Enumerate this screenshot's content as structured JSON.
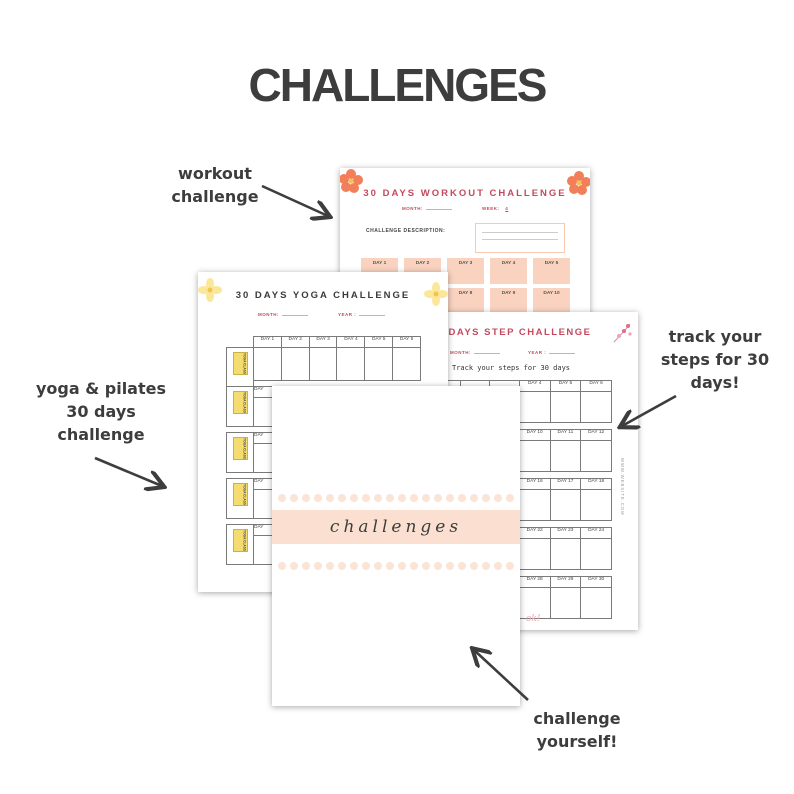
{
  "title": "CHALLENGES",
  "labels": {
    "workout": "workout\nchallenge",
    "yoga": "yoga & pilates\n30 days\nchallenge",
    "steps": "track your\nsteps for 30\ndays!",
    "yourself": "challenge\nyourself!"
  },
  "workout_page": {
    "title": "30 DAYS WORKOUT CHALLENGE",
    "month_label": "MONTH:",
    "week_label": "WEEK:",
    "week_value": "4",
    "description_label": "CHALLENGE DESCRIPTION:",
    "row1": [
      "DAY 1",
      "DAY 2",
      "DAY 3",
      "DAY 4",
      "DAY 5"
    ],
    "row2": [
      "",
      "",
      "DAY 8",
      "DAY 9",
      "DAY 10"
    ]
  },
  "yoga_page": {
    "title": "30 DAYS YOGA CHALLENGE",
    "month_label": "MONTH:",
    "year_label": "YEAR :",
    "days": [
      "DAY 1",
      "DAY 2",
      "DAY 3",
      "DAY 4",
      "DAY 5",
      "DAY 6"
    ],
    "row_label": "DAY",
    "chip": "YOGA CLASS"
  },
  "step_page": {
    "title": "DAYS STEP CHALLENGE",
    "month_label": "MONTH:",
    "year_label": "YEAR :",
    "subtitle": "Track your steps for 30 days",
    "rows": [
      [
        "DAY 4",
        "DAY 5",
        "DAY 6"
      ],
      [
        "DAY 10",
        "DAY 11",
        "DAY 12"
      ],
      [
        "DAY 16",
        "DAY 17",
        "DAY 18"
      ],
      [
        "DAY 22",
        "DAY 23",
        "DAY 24"
      ],
      [
        "DAY 28",
        "DAY 29",
        "DAY 30"
      ]
    ],
    "side_text": "WWW.WEBSITE.COM",
    "footer": "ok!"
  },
  "cover_page": {
    "script": "challenges"
  },
  "colors": {
    "accent_red": "#c4495d",
    "peach": "#fbe0d1",
    "cell_peach": "#f9d3c0",
    "yellow": "#f4dd6e",
    "text_dark": "#3d3d3d"
  }
}
